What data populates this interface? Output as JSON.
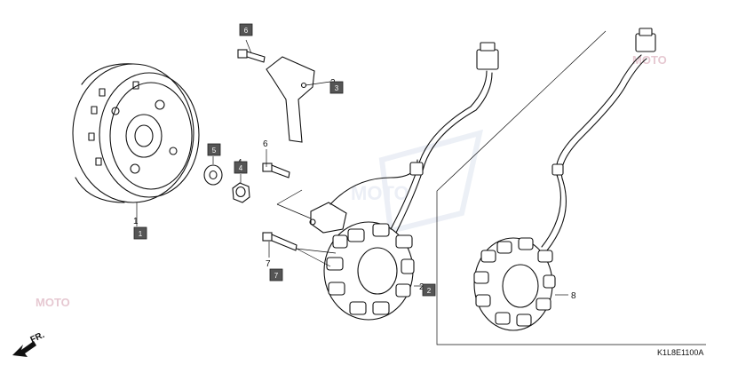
{
  "callouts": [
    {
      "id": "1",
      "tag": "1"
    },
    {
      "id": "2",
      "tag": "2"
    },
    {
      "id": "3",
      "tag": "3"
    },
    {
      "id": "4",
      "tag": "4"
    },
    {
      "id": "5",
      "tag": "5"
    },
    {
      "id": "6",
      "tag": "6"
    },
    {
      "id": "7",
      "tag": "7"
    },
    {
      "id": "8"
    }
  ],
  "diagram_code": "K1L8E1100A",
  "direction_label": "FR.",
  "watermark": "MOTO",
  "colors": {
    "ink": "#111111",
    "tag_fill": "#555555",
    "watermark": "#c9d3e6"
  }
}
